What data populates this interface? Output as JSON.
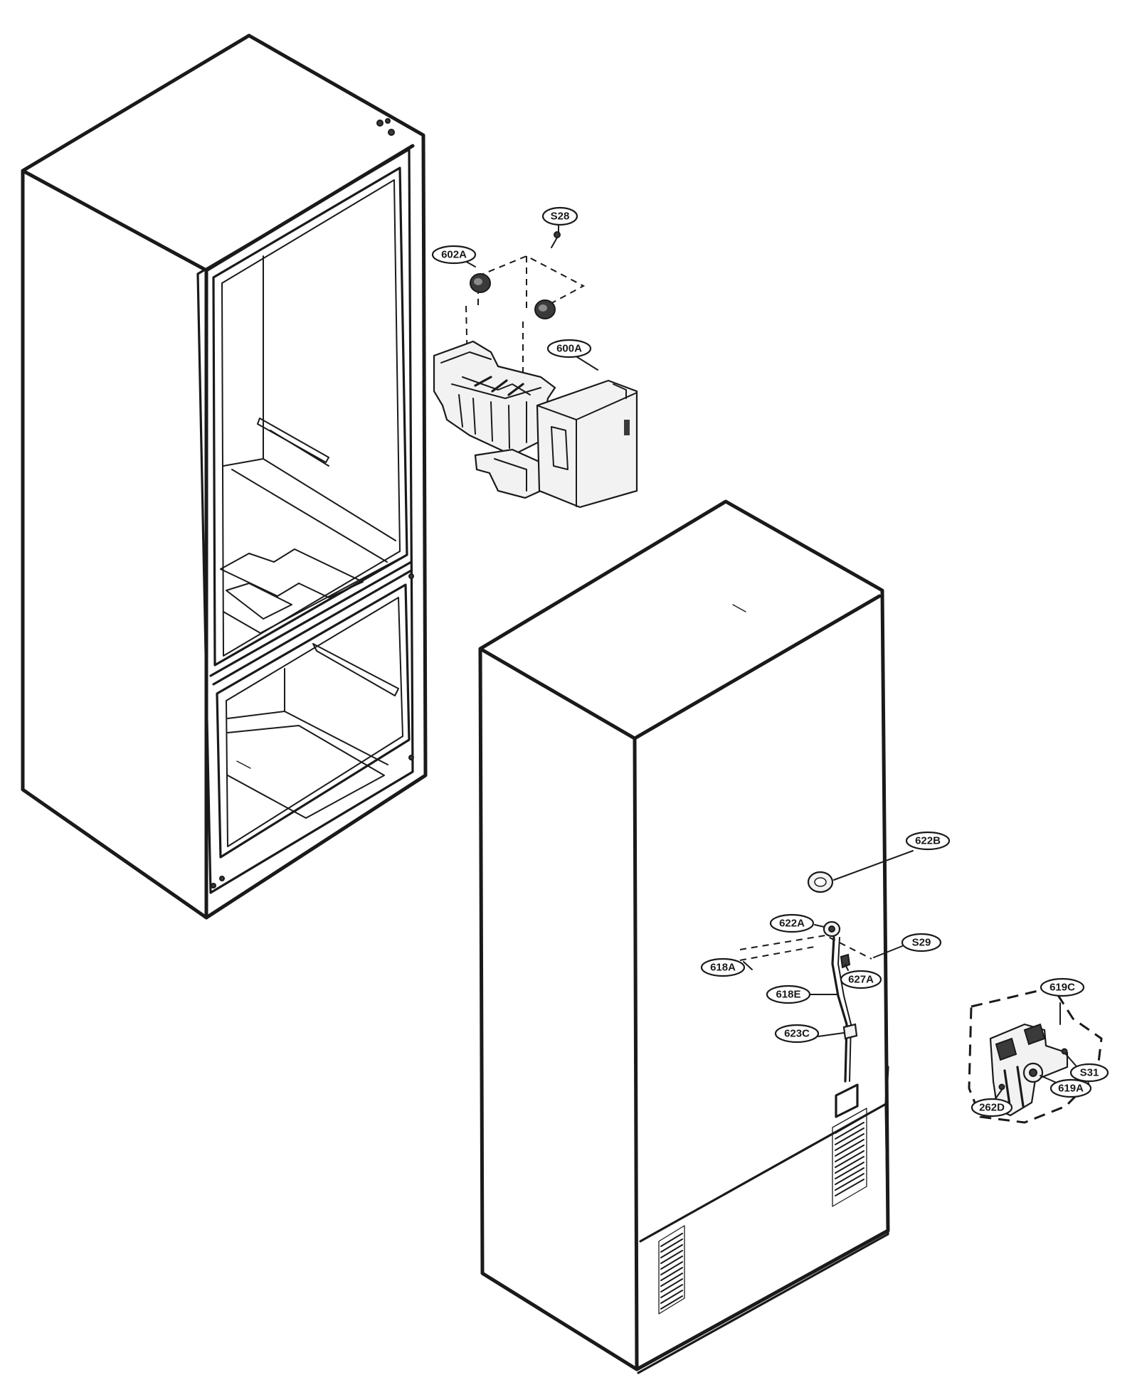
{
  "labels": {
    "l_s28": "S28",
    "l_602a": "602A",
    "l_600a": "600A",
    "l_622b": "622B",
    "l_622a": "622A",
    "l_s29": "S29",
    "l_618a": "618A",
    "l_627a": "627A",
    "l_618e": "618E",
    "l_623c": "623C",
    "l_619c": "619C",
    "l_s31": "S31",
    "l_619a": "619A",
    "l_262d": "262D"
  }
}
